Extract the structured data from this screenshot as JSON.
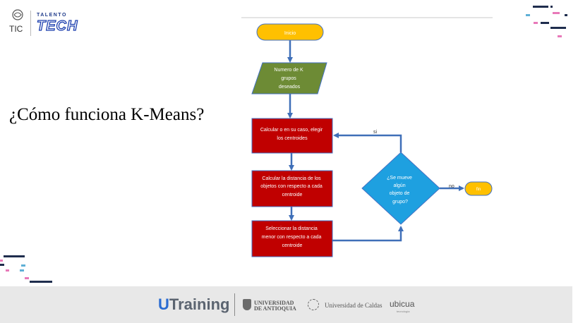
{
  "header": {
    "tic_logo": "TIC",
    "talento": "TALENTO",
    "tech": "TECH"
  },
  "slide": {
    "title": "¿Cómo funciona K-Means?"
  },
  "flowchart": {
    "start": "Inicio",
    "input": [
      "Numero de  K",
      "grupos",
      "deseados"
    ],
    "step1": [
      "Calcular o en su caso, elegir",
      "los centroides"
    ],
    "step2": [
      "Calcular la distancia de los",
      "objetos con respecto a cada",
      "centroide"
    ],
    "step3": [
      "Seleccionar la distancia",
      "menor con respecto a cada",
      "centroide"
    ],
    "decision": [
      "¿Se mueve",
      "algún",
      "objeto de",
      "grupo?"
    ],
    "yes_label": "si",
    "no_label": "no",
    "end": "fin",
    "colors": {
      "terminal": "#ffc000",
      "input": "#6d8b35",
      "process": "#c00000",
      "decision": "#1ea0e0",
      "arrow": "#3f6fb8"
    }
  },
  "footer": {
    "utraining_u": "U",
    "utraining_rest": "Training",
    "udea_line1": "UNIVERSIDAD",
    "udea_line2": "DE ANTIOQUIA",
    "caldas": "Universidad de Caldas",
    "ubicua": "ubicua",
    "ubicua_sub": "tecnología"
  }
}
